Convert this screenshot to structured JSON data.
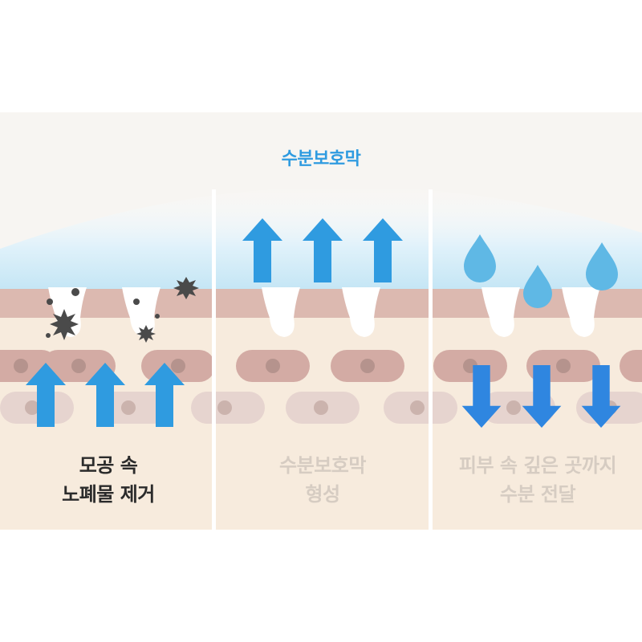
{
  "top_label": "수분보호막",
  "panels": [
    {
      "caption_line1": "모공 속",
      "caption_line2": "노폐물 제거",
      "active": true
    },
    {
      "caption_line1": "수분보호막",
      "caption_line2": "형성",
      "active": false
    },
    {
      "caption_line1": "피부 속 깊은 곳까지",
      "caption_line2": "수분 전달",
      "active": false
    }
  ],
  "colors": {
    "background": "#f7efe6",
    "skin_top": "#dcb5ab",
    "cell_dark": "#d2a9a2",
    "cell_light": "#e7d3cf",
    "nucleus": "#b5938d",
    "moisture_film": "#cbe8f6",
    "arrow_blue": "#2f9be0",
    "droplet_blue": "#5fb8e5",
    "impurity": "#4a4a4a",
    "active_caption": "#2b2b2b",
    "inactive_caption": "#d6ccc2"
  },
  "icons": {
    "up_arrow": "up-arrow-icon",
    "down_arrow": "down-arrow-icon",
    "droplet": "water-drop-icon",
    "impurity": "impurity-particle-icon"
  }
}
